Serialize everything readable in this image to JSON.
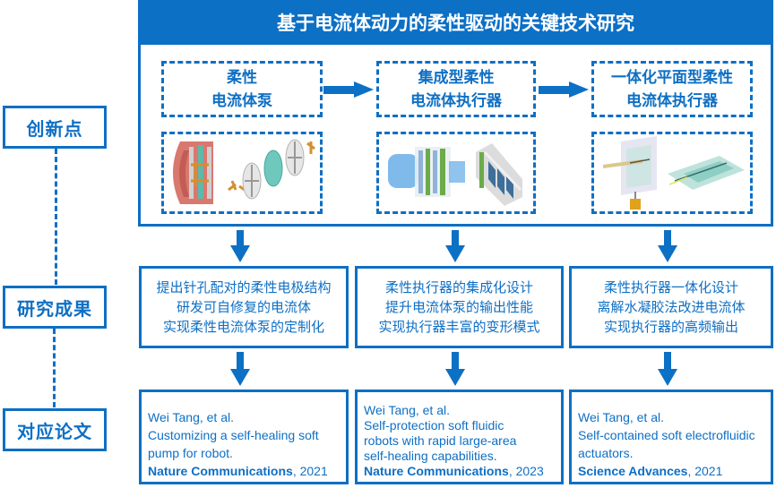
{
  "title": "基于电流体动力的柔性驱动的关键技术研究",
  "side_labels": {
    "innovation": "创新点",
    "results": "研究成果",
    "papers": "对应论文"
  },
  "concepts": [
    {
      "line1": "柔性",
      "line2": "电流体泵",
      "illustration": "exploded-pump-illustration"
    },
    {
      "line1": "集成型柔性",
      "line2": "电流体执行器",
      "illustration": "integrated-actuator-illustration"
    },
    {
      "line1": "一体化平面型柔性",
      "line2": "电流体执行器",
      "illustration": "planar-actuator-illustration"
    }
  ],
  "results": [
    {
      "lines": [
        "提出针孔配对的柔性电极结构",
        "研发可自修复的电流体",
        "实现柔性电流体泵的定制化"
      ]
    },
    {
      "lines": [
        "柔性执行器的集成化设计",
        "提升电流体泵的输出性能",
        "实现执行器丰富的变形模式"
      ]
    },
    {
      "lines": [
        "柔性执行器一体化设计",
        "离解水凝胶法改进电流体",
        "实现执行器的高频输出"
      ]
    }
  ],
  "papers": [
    {
      "authors": "Wei Tang, et al.",
      "title_lines": [
        "Customizing a self-healing soft",
        "pump for robot."
      ],
      "journal": "Nature Communications",
      "year": ", 2021"
    },
    {
      "authors": "Wei Tang, et al.",
      "title_lines": [
        "Self-protection soft fluidic",
        "robots with rapid large-area",
        "self-healing capabilities."
      ],
      "journal": "Nature Communications",
      "year": ", 2023"
    },
    {
      "authors": "Wei Tang, et al.",
      "title_lines": [
        "Self-contained soft electrofluidic",
        "actuators."
      ],
      "journal": "Science Advances",
      "year": ", 2021"
    }
  ],
  "colors": {
    "primary": "#0c70c5",
    "text": "#0e6fc4",
    "background": "#ffffff"
  }
}
